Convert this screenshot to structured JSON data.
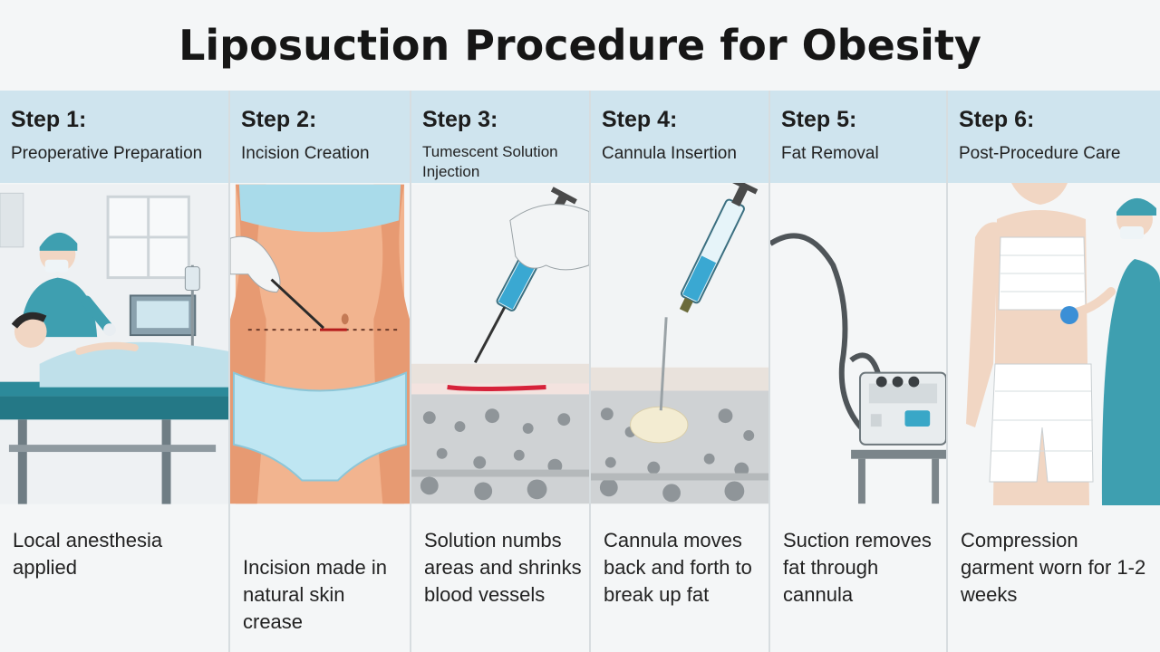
{
  "title": "Liposuction Procedure for Obesity",
  "steps": [
    {
      "num": "Step 1:",
      "name": "Preoperative Preparation",
      "caption": "Local anesthesia applied"
    },
    {
      "num": "Step 2:",
      "name": "Incision Creation",
      "caption": "Incision made in natural skin crease"
    },
    {
      "num": "Step 3:",
      "name": "Tumescent Solution Injection",
      "caption": "Solution numbs areas and shrinks blood vessels"
    },
    {
      "num": "Step 4:",
      "name": "Cannula Insertion",
      "caption": "Cannula moves back and forth to break up fat"
    },
    {
      "num": "Step 5:",
      "name": "Fat Removal",
      "caption": "Suction removes fat through cannula"
    },
    {
      "num": "Step 6:",
      "name": "Post-Procedure Care",
      "caption": "Compression garment worn for 1-2 weeks"
    }
  ]
}
